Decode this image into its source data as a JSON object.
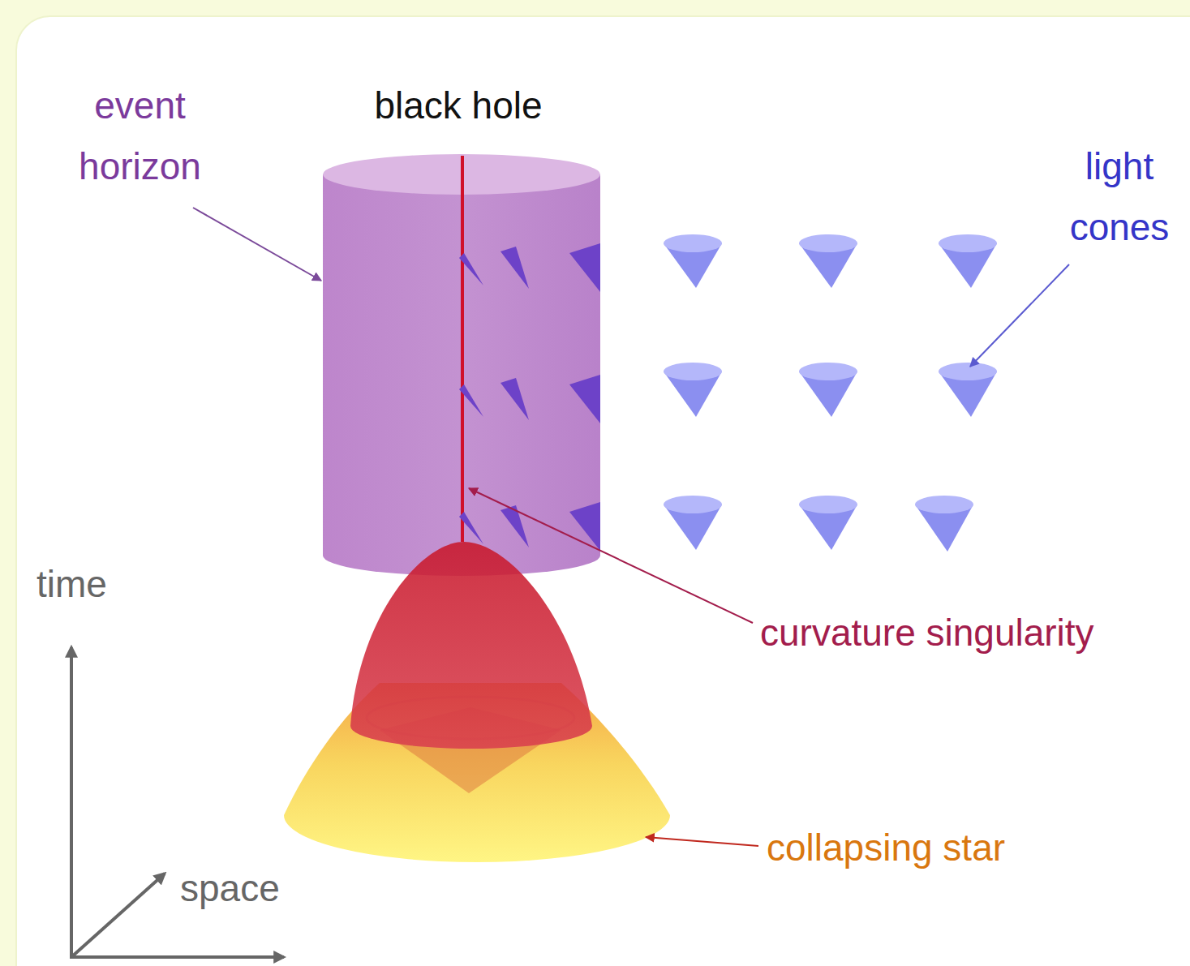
{
  "diagram": {
    "labels": [
      "event horizon",
      "black hole",
      "light cones",
      "curvature singularity",
      "collapsing star",
      "time",
      "space"
    ]
  }
}
